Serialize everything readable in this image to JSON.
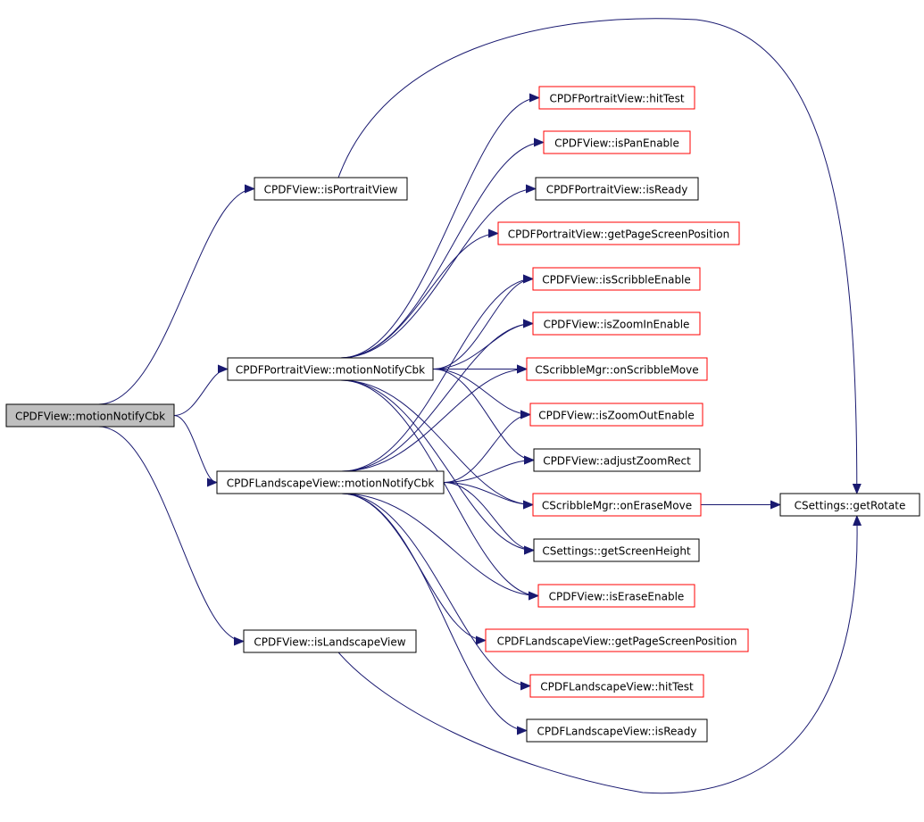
{
  "colors": {
    "edge": "#191970",
    "border_black": "#000000",
    "border_red": "#ff0000",
    "root_fill": "#bfbfbf",
    "node_fill": "#ffffff"
  },
  "nodes": [
    {
      "id": "root",
      "label": "CPDFView::motionNotifyCbk",
      "border": "black",
      "root": true
    },
    {
      "id": "ispv",
      "label": "CPDFView::isPortraitView",
      "border": "black"
    },
    {
      "id": "ppmn",
      "label": "CPDFPortraitView::motionNotifyCbk",
      "border": "black"
    },
    {
      "id": "lpmn",
      "label": "CPDFLandscapeView::motionNotifyCbk",
      "border": "black"
    },
    {
      "id": "islv",
      "label": "CPDFView::isLandscapeView",
      "border": "black"
    },
    {
      "id": "pht",
      "label": "CPDFPortraitView::hitTest",
      "border": "red"
    },
    {
      "id": "pan",
      "label": "CPDFView::isPanEnable",
      "border": "red"
    },
    {
      "id": "prdy",
      "label": "CPDFPortraitView::isReady",
      "border": "black"
    },
    {
      "id": "pgsp",
      "label": "CPDFPortraitView::getPageScreenPosition",
      "border": "red"
    },
    {
      "id": "scr",
      "label": "CPDFView::isScribbleEnable",
      "border": "red"
    },
    {
      "id": "zin",
      "label": "CPDFView::isZoomInEnable",
      "border": "red"
    },
    {
      "id": "scmv",
      "label": "CScribbleMgr::onScribbleMove",
      "border": "red"
    },
    {
      "id": "zout",
      "label": "CPDFView::isZoomOutEnable",
      "border": "red"
    },
    {
      "id": "azr",
      "label": "CPDFView::adjustZoomRect",
      "border": "black"
    },
    {
      "id": "erm",
      "label": "CScribbleMgr::onEraseMove",
      "border": "red"
    },
    {
      "id": "gsh",
      "label": "CSettings::getScreenHeight",
      "border": "black"
    },
    {
      "id": "ere",
      "label": "CPDFView::isEraseEnable",
      "border": "red"
    },
    {
      "id": "lgsp",
      "label": "CPDFLandscapeView::getPageScreenPosition",
      "border": "red"
    },
    {
      "id": "lht",
      "label": "CPDFLandscapeView::hitTest",
      "border": "red"
    },
    {
      "id": "lrdy",
      "label": "CPDFLandscapeView::isReady",
      "border": "black"
    },
    {
      "id": "rot",
      "label": "CSettings::getRotate",
      "border": "black"
    }
  ],
  "edges": [
    {
      "from": "root",
      "to": "ispv"
    },
    {
      "from": "root",
      "to": "ppmn"
    },
    {
      "from": "root",
      "to": "lpmn"
    },
    {
      "from": "root",
      "to": "islv"
    },
    {
      "from": "ispv",
      "to": "rot"
    },
    {
      "from": "islv",
      "to": "rot"
    },
    {
      "from": "erm",
      "to": "rot"
    },
    {
      "from": "ppmn",
      "to": "pht"
    },
    {
      "from": "ppmn",
      "to": "pan"
    },
    {
      "from": "ppmn",
      "to": "prdy"
    },
    {
      "from": "ppmn",
      "to": "pgsp"
    },
    {
      "from": "ppmn",
      "to": "scr"
    },
    {
      "from": "ppmn",
      "to": "zin"
    },
    {
      "from": "ppmn",
      "to": "scmv"
    },
    {
      "from": "ppmn",
      "to": "zout"
    },
    {
      "from": "ppmn",
      "to": "azr"
    },
    {
      "from": "ppmn",
      "to": "erm"
    },
    {
      "from": "ppmn",
      "to": "gsh"
    },
    {
      "from": "ppmn",
      "to": "ere"
    },
    {
      "from": "lpmn",
      "to": "scr"
    },
    {
      "from": "lpmn",
      "to": "zin"
    },
    {
      "from": "lpmn",
      "to": "scmv"
    },
    {
      "from": "lpmn",
      "to": "zout"
    },
    {
      "from": "lpmn",
      "to": "azr"
    },
    {
      "from": "lpmn",
      "to": "erm"
    },
    {
      "from": "lpmn",
      "to": "gsh"
    },
    {
      "from": "lpmn",
      "to": "ere"
    },
    {
      "from": "lpmn",
      "to": "lgsp"
    },
    {
      "from": "lpmn",
      "to": "lht"
    },
    {
      "from": "lpmn",
      "to": "lrdy"
    }
  ]
}
